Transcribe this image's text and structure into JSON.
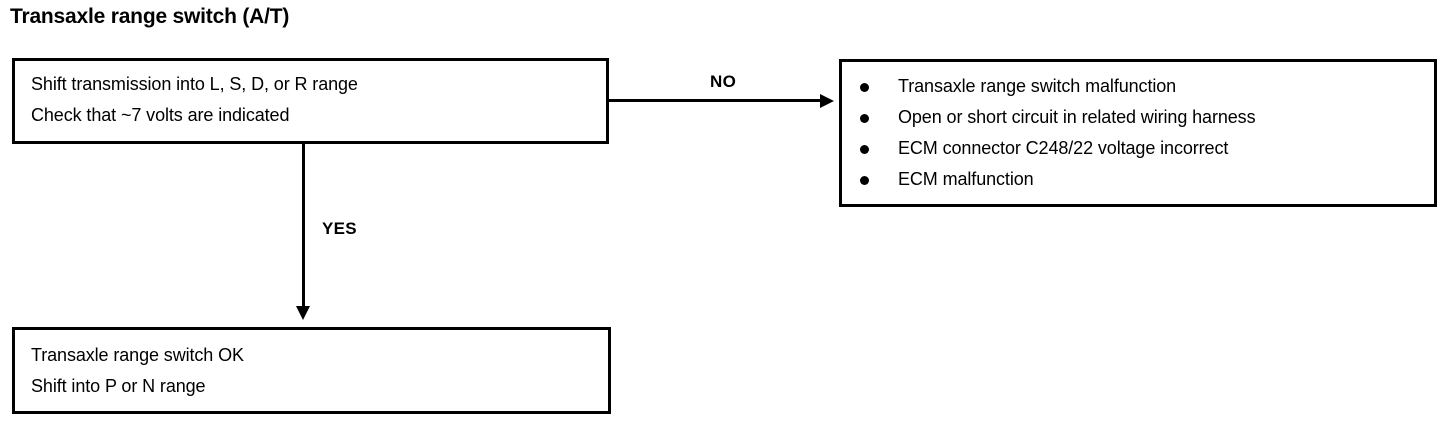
{
  "title": "Transaxle range switch (A/T)",
  "nodes": {
    "check_step": {
      "name": "check-step",
      "lines": [
        "Shift transmission into L, S, D, or R range",
        "Check that ~7 volts are indicated"
      ]
    },
    "fault_list": {
      "name": "fault-list",
      "items": [
        "Transaxle range switch malfunction",
        "Open or short circuit in related wiring harness",
        "ECM connector C248/22 voltage incorrect",
        "ECM malfunction"
      ]
    },
    "ok_result": {
      "name": "ok-result",
      "lines": [
        "Transaxle range switch OK",
        "Shift into P or N range"
      ]
    }
  },
  "edges": {
    "no": {
      "label": "NO",
      "from": "check-step",
      "to": "fault-list",
      "direction": "right"
    },
    "yes": {
      "label": "YES",
      "from": "check-step",
      "to": "ok-result",
      "direction": "down"
    }
  },
  "colors": {
    "ink": "#000000",
    "background": "#ffffff"
  }
}
